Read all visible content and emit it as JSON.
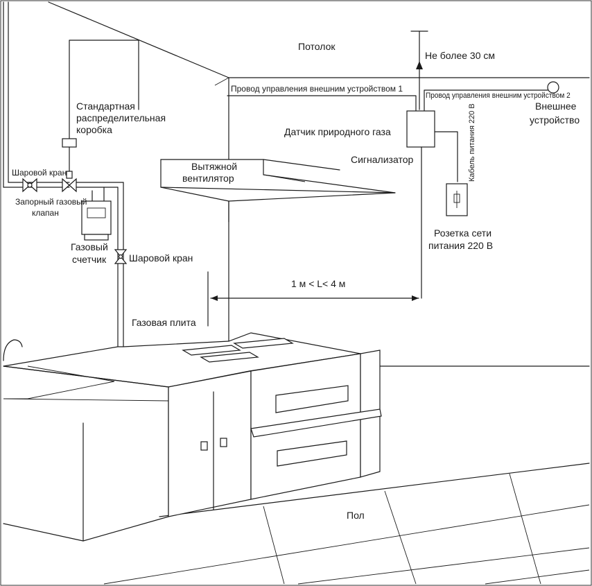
{
  "labels": {
    "ceiling": "Потолок",
    "max_distance": "Не более 30 см",
    "wire_1": "Провод управления внешним устройством 1",
    "wire_2": "Провод управления внешним устройством 2",
    "external_device_line1": "Внешнее",
    "external_device_line2": "устройство",
    "junction_box_line1": "Стандартная",
    "junction_box_line2": "распределительная",
    "junction_box_line3": "коробка",
    "gas_sensor": "Датчик природного газа",
    "alarm": "Сигнализатор",
    "power_cable": "Кабель питания 220 В",
    "ball_valve_top": "Шаровой кран",
    "shutoff_valve_line1": "Запорный газовый",
    "shutoff_valve_line2": "клапан",
    "hood_line1": "Вытяжной",
    "hood_line2": "вентилятор",
    "socket_line1": "Розетка сети",
    "socket_line2": "питания 220 В",
    "gas_meter_line1": "Газовый",
    "gas_meter_line2": "счетчик",
    "ball_valve_side": "Шаровой кран",
    "distance_range": "1 м < L< 4 м",
    "gas_stove": "Газовая плита",
    "floor": "Пол"
  }
}
